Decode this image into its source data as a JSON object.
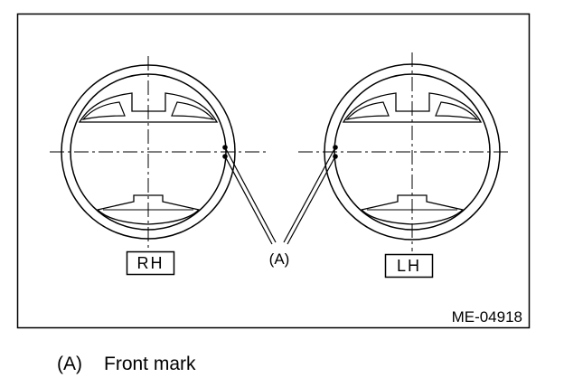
{
  "diagram": {
    "left_piston_label": "RH",
    "right_piston_label": "LH",
    "callout_label": "(A)",
    "figure_code": "ME-04918"
  },
  "legend": {
    "key": "(A)",
    "text": "Front mark"
  }
}
